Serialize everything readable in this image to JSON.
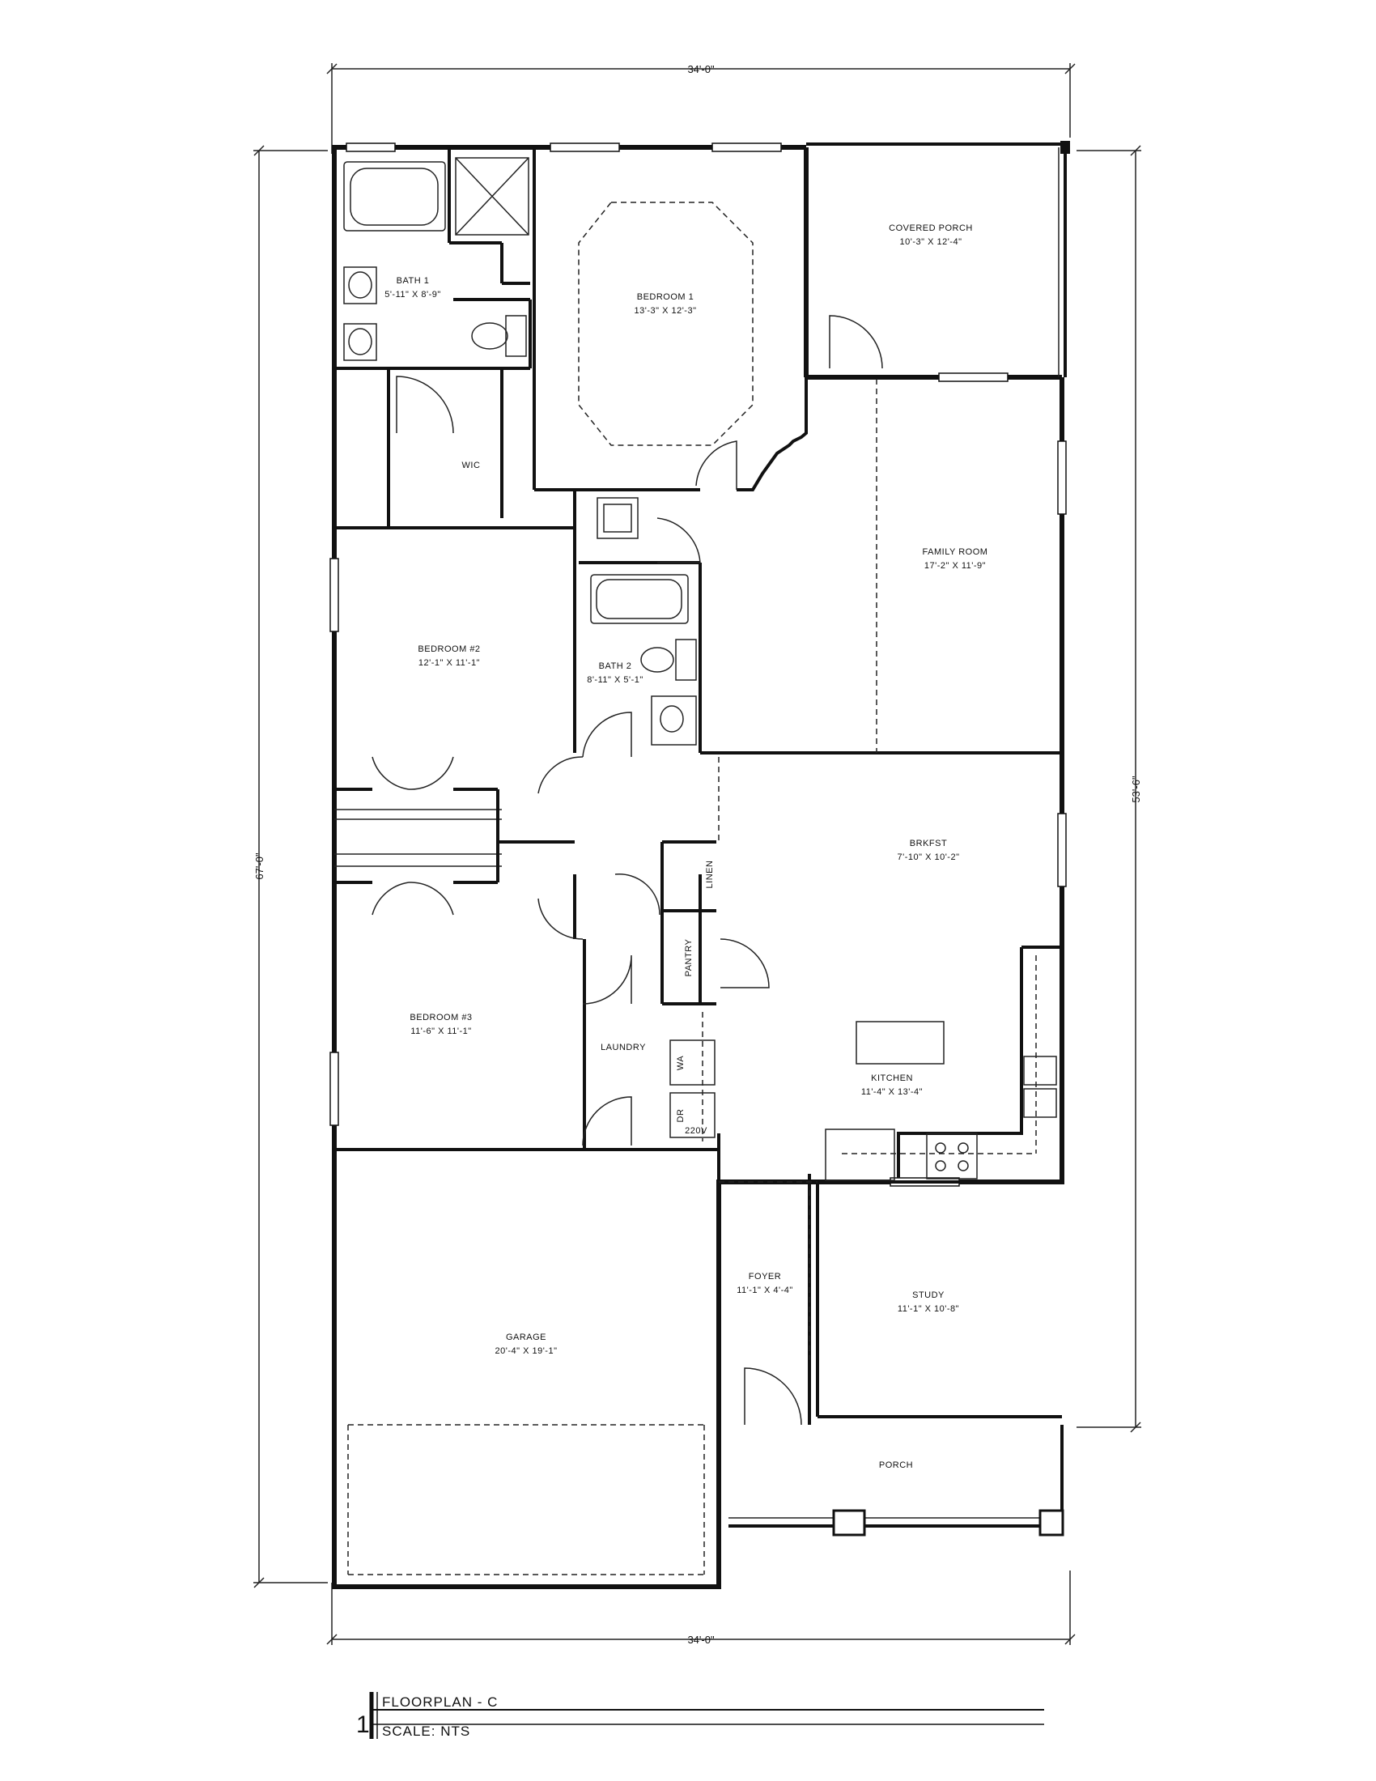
{
  "dimensions": {
    "top_width": "34'-0\"",
    "bottom_width": "34'-0\"",
    "left_height": "67'-0\"",
    "right_height": "53'-6\""
  },
  "rooms": {
    "bath1": {
      "name": "BATH 1",
      "size": "5'-11\" X 8'-9\""
    },
    "bedroom1": {
      "name": "BEDROOM 1",
      "size": "13'-3\" X 12'-3\""
    },
    "covered_porch": {
      "name": "COVERED PORCH",
      "size": "10'-3\" X 12'-4\""
    },
    "wic": {
      "name": "WIC"
    },
    "family_room": {
      "name": "FAMILY ROOM",
      "size": "17'-2\" X 11'-9\""
    },
    "bedroom2": {
      "name": "BEDROOM #2",
      "size": "12'-1\" X 11'-1\""
    },
    "bath2": {
      "name": "BATH 2",
      "size": "8'-11\" X 5'-1\""
    },
    "brkfst": {
      "name": "BRKFST",
      "size": "7'-10\" X 10'-2\""
    },
    "linen": {
      "name": "LINEN"
    },
    "pantry": {
      "name": "PANTRY"
    },
    "bedroom3": {
      "name": "BEDROOM #3",
      "size": "11'-6\" X 11'-1\""
    },
    "laundry": {
      "name": "LAUNDRY"
    },
    "washer": {
      "name": "WA"
    },
    "dryer": {
      "name": "DR"
    },
    "outlet": {
      "name": "220V"
    },
    "kitchen": {
      "name": "KITCHEN",
      "size": "11'-4\" X 13'-4\""
    },
    "foyer": {
      "name": "FOYER",
      "size": "11'-1\" X 4'-4\""
    },
    "study": {
      "name": "STUDY",
      "size": "11'-1\" X 10'-8\""
    },
    "garage": {
      "name": "GARAGE",
      "size": "20'-4\" X 19'-1\""
    },
    "porch": {
      "name": "PORCH"
    }
  },
  "title_block": {
    "number": "1",
    "title": "FLOORPLAN - C",
    "scale": "SCALE: NTS"
  }
}
